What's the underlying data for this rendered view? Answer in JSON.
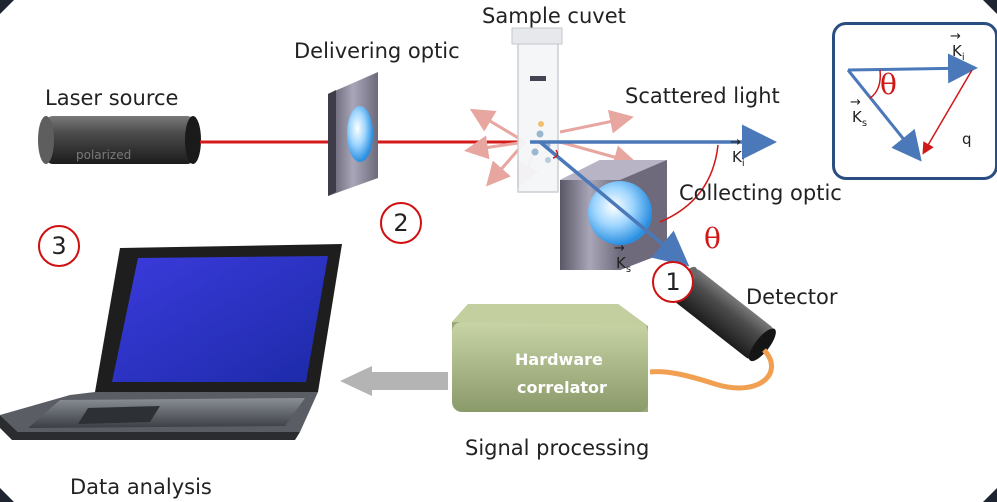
{
  "labels": {
    "sample_cuvet": "Sample cuvet",
    "delivering_optic": "Delivering optic",
    "laser_source": "Laser source",
    "polarized": "polarized",
    "scattered_light": "Scattered light",
    "collecting_optic": "Collecting optic",
    "detector": "Detector",
    "hardware_correlator_line1": "Hardware",
    "hardware_correlator_line2": "correlator",
    "signal_processing": "Signal processing",
    "data_analysis": "Data analysis"
  },
  "markers": {
    "one": "1",
    "two": "2",
    "three": "3"
  },
  "vectors": {
    "ki_base": "K",
    "ki_sub": "i",
    "ks_base": "K",
    "ks_sub": "s",
    "q": "q",
    "theta": "θ"
  },
  "colors": {
    "laser_beam": "#d41a1a",
    "vector_arrow": "#4a78b8",
    "marker_ring": "#d01010",
    "inset_border": "#2b4e82",
    "correlator_body": "#a3b184",
    "fiber": "#f0a050",
    "laptop_screen": "#2233cc"
  }
}
